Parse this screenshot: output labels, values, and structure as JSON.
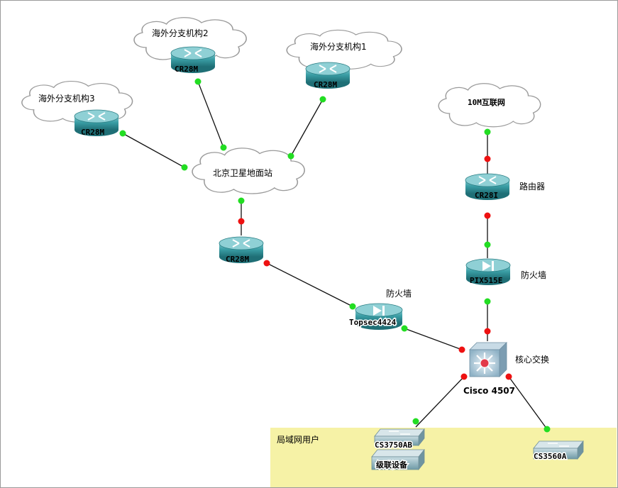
{
  "clouds": {
    "overseas2": "海外分支机构2",
    "overseas1": "海外分支机构1",
    "overseas3": "海外分支机构3",
    "beijing": "北京卫星地面站",
    "internet": "10M互联网"
  },
  "devices": {
    "router_o2": "CR28M",
    "router_o1": "CR28M",
    "router_o3": "CR28M",
    "router_bj": "CR28M",
    "router_inet": "CR28I",
    "fw_topsec": "Topsec4424",
    "fw_pix": "PIX515E",
    "core": "Cisco 4507",
    "sw_3750": "CS3750AB",
    "sw_cascade": "级联设备",
    "sw_3560": "CS3560A"
  },
  "labels": {
    "router_inet_role": "路由器",
    "fw_pix_role": "防火墙",
    "fw_topsec_role": "防火墙",
    "core_role": "核心交换",
    "lan_users": "局域网用户"
  },
  "colors": {
    "link_up": "#22dd22",
    "link_down": "#ee1111",
    "lan_zone": "#f6f2a6",
    "device": "#2f8c93"
  }
}
